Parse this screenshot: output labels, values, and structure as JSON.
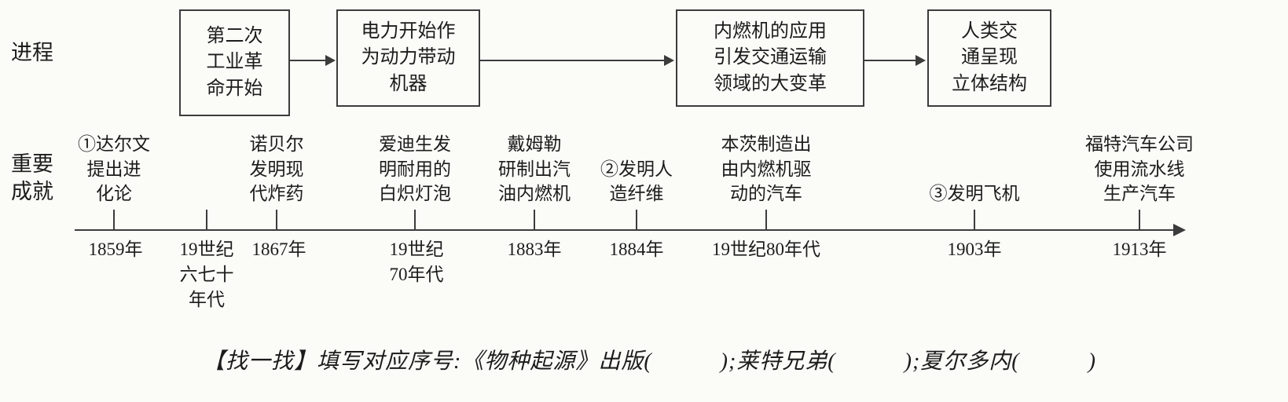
{
  "labels": {
    "process": "进程",
    "achievements": "重要\n成就"
  },
  "process_boxes": [
    "第二次\n工业革\n命开始",
    "电力开始作\n为动力带动\n机器",
    "内燃机的应用\n引发交通运输\n领域的大变革",
    "人类交\n通呈现\n立体结构"
  ],
  "achievements": [
    "①达尔文\n提出进\n化论",
    "诺贝尔\n发明现\n代炸药",
    "爱迪生发\n明耐用的\n白炽灯泡",
    "戴姆勒\n研制出汽\n油内燃机",
    "②发明人\n造纤维",
    "本茨制造出\n由内燃机驱\n动的汽车",
    "③发明飞机",
    "福特汽车公司\n使用流水线\n生产汽车"
  ],
  "timeline": {
    "dates": [
      "1859年",
      "19世纪\n六七十\n年代",
      "1867年",
      "19世纪\n70年代",
      "1883年",
      "1884年",
      "19世纪80年代",
      "1903年",
      "1913年"
    ]
  },
  "question": "【找一找】填写对应序号:《物种起源》出版(　　　);莱特兄弟(　　　);夏尔多内(　　　)"
}
